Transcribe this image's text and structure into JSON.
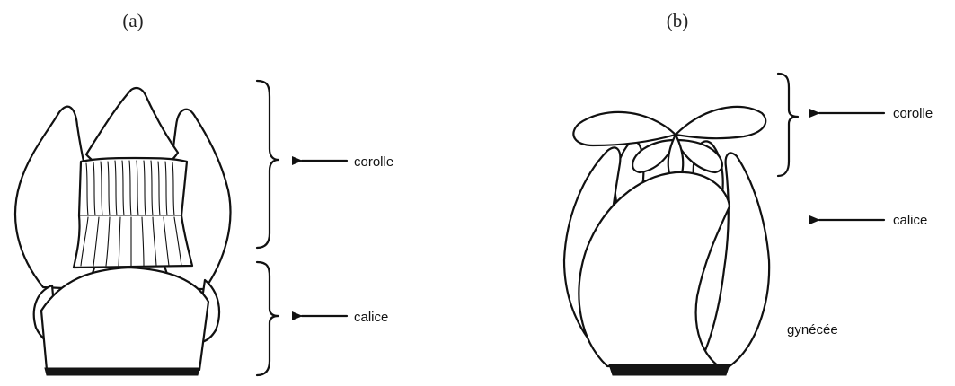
{
  "panels": [
    {
      "label": "(a)",
      "callouts": {
        "upper": "corolle",
        "lower": "calice"
      }
    },
    {
      "label": "(b)",
      "callouts": {
        "upper": "corolle",
        "middle": "calice",
        "bottom": "gynécée"
      }
    }
  ]
}
